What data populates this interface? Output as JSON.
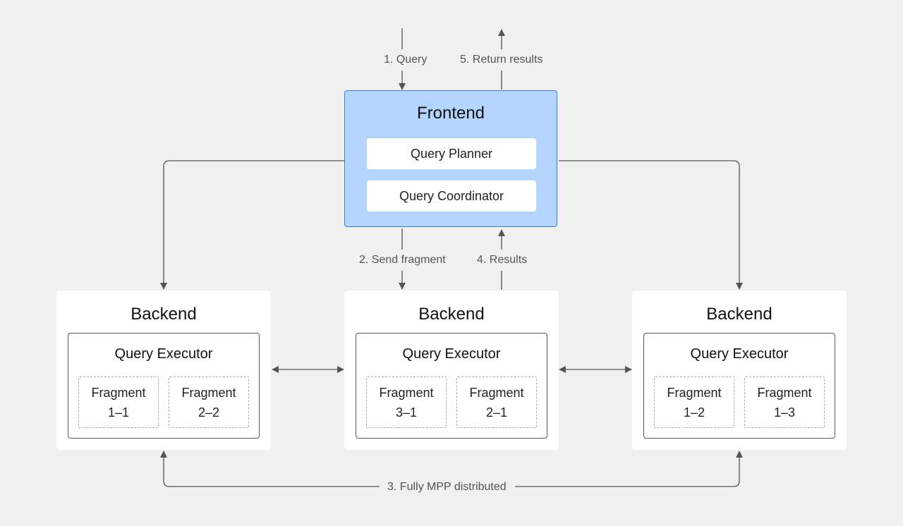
{
  "frontend": {
    "title": "Frontend",
    "planner": "Query Planner",
    "coordinator": "Query Coordinator"
  },
  "labels": {
    "query": "1. Query",
    "return_results": "5. Return results",
    "send_fragment": "2. Send fragment",
    "results": "4. Results",
    "mpp": "3. Fully MPP distributed"
  },
  "backends": [
    {
      "title": "Backend",
      "executor": "Query Executor",
      "fragments": [
        {
          "word": "Fragment",
          "id": "1–1"
        },
        {
          "word": "Fragment",
          "id": "2–2"
        }
      ]
    },
    {
      "title": "Backend",
      "executor": "Query Executor",
      "fragments": [
        {
          "word": "Fragment",
          "id": "3–1"
        },
        {
          "word": "Fragment",
          "id": "2–1"
        }
      ]
    },
    {
      "title": "Backend",
      "executor": "Query Executor",
      "fragments": [
        {
          "word": "Fragment",
          "id": "1–2"
        },
        {
          "word": "Fragment",
          "id": "1–3"
        }
      ]
    }
  ],
  "colors": {
    "background": "#f0f0f0",
    "frontend_fill": "#b3d4fc",
    "frontend_border": "#3b7ed6",
    "arrow": "#555555"
  }
}
